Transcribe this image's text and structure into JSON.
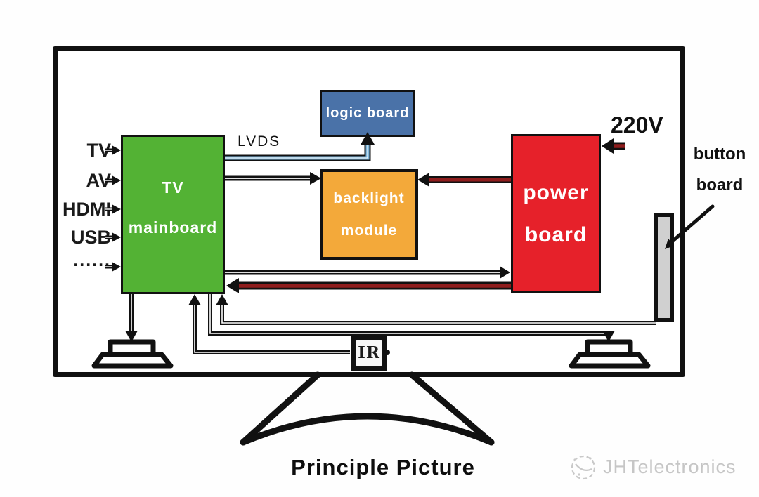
{
  "diagram_title": "Principle Picture",
  "watermark": {
    "brand": "JHTelectronics",
    "color": "#c6c6c6"
  },
  "inputs": [
    "TV",
    "AV",
    "HDMI",
    "USB",
    "......"
  ],
  "annotations": {
    "lvds": "LVDS",
    "voltage": "220V",
    "button_board_word1": "button",
    "button_board_word2": "board"
  },
  "boxes": {
    "tv_mainboard": {
      "line1": "TV",
      "line2": "mainboard",
      "color": "#53b234"
    },
    "logic_board": {
      "label": "logic board",
      "color": "#4a72a8"
    },
    "backlight_module": {
      "line1": "backlight",
      "line2": "module",
      "color": "#f3a93a"
    },
    "power_board": {
      "line1": "power",
      "line2": "board",
      "color": "#e6212a"
    },
    "ir_receiver": {
      "label": "IR"
    },
    "button_board_bar": {
      "color": "#d0d0d0"
    }
  },
  "colors": {
    "lvds_line": "#7db5da",
    "power_line": "#8f1d1d",
    "line_outline": "#111111"
  }
}
